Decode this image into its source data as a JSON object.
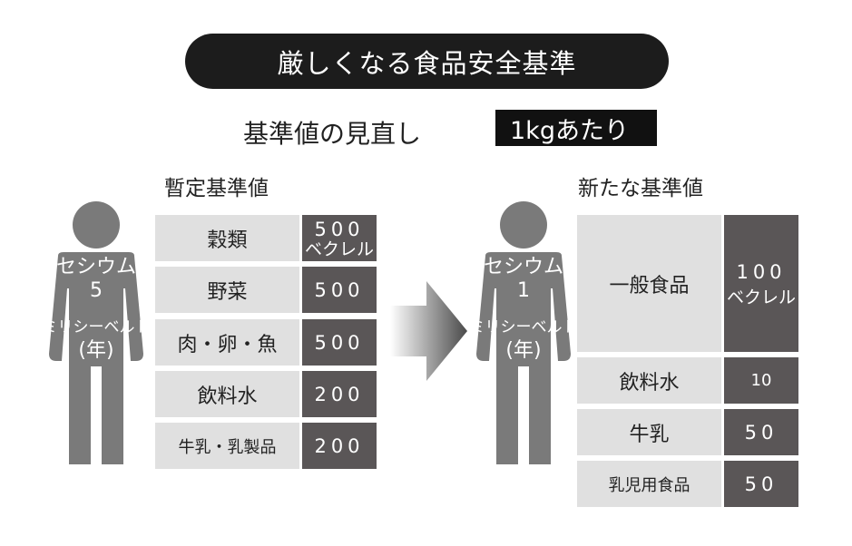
{
  "title": "厳しくなる食品安全基準",
  "subtitle": "基準値の見直し",
  "unit_tag": "1kgあたり",
  "left": {
    "heading": "暫定基準値",
    "person": {
      "line1": "セシウム",
      "line2": "5",
      "line3": "ミリシーベルト",
      "line4": "(年)"
    },
    "rows": [
      {
        "label": "穀類",
        "value": "500",
        "unit": "ベクレル"
      },
      {
        "label": "野菜",
        "value": "500"
      },
      {
        "label": "肉・卵・魚",
        "value": "500"
      },
      {
        "label": "飲料水",
        "value": "200"
      },
      {
        "label": "牛乳・乳製品",
        "value": "200"
      }
    ]
  },
  "right": {
    "heading": "新たな基準値",
    "person": {
      "line1": "セシウム",
      "line2": "1",
      "line3": "ミリシーベルト",
      "line4": "(年)"
    },
    "rows": [
      {
        "label": "一般食品",
        "value": "100",
        "unit": "ベクレル"
      },
      {
        "label": "飲料水",
        "value": "10"
      },
      {
        "label": "牛乳",
        "value": "50"
      },
      {
        "label": "乳児用食品",
        "value": "50"
      }
    ]
  },
  "colors": {
    "dark": "#1c1c1c",
    "label_bg": "#e0e0e0",
    "value_bg": "#5a5657",
    "person": "#7a7a7a"
  },
  "icons": [
    "person-silhouette-icon",
    "arrow-right-icon"
  ]
}
